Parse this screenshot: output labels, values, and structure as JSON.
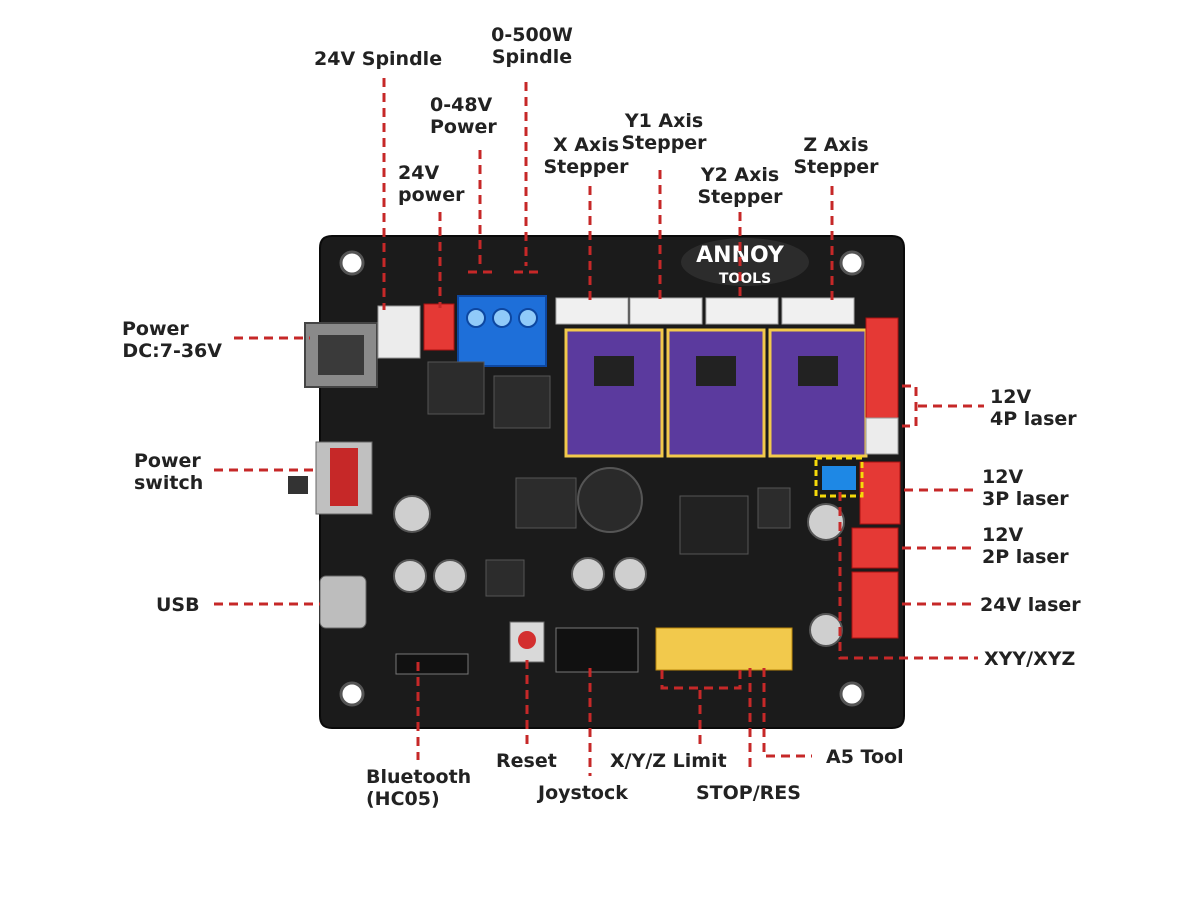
{
  "diagram": {
    "brand": {
      "line1": "ANNOY",
      "line2": "TOOLS"
    },
    "colors": {
      "board": "#1b1b1b",
      "leader": "#c62828",
      "label_text": "#222222",
      "driver_purple": "#5b3a9e",
      "terminal_blue": "#1e6fd9",
      "connector_red": "#e53935",
      "header_yellow": "#f2c94c",
      "jumper_blue": "#1e88e5",
      "highlight_box": "#f5d90a"
    },
    "labels": {
      "spindle_24v": {
        "line1": "24V Spindle"
      },
      "spindle_500w": {
        "line1": "0-500W",
        "line2": "Spindle"
      },
      "power_48v": {
        "line1": "0-48V",
        "line2": "Power"
      },
      "power_24v": {
        "line1": "24V",
        "line2": "power"
      },
      "x_axis": {
        "line1": "X Axis",
        "line2": "Stepper"
      },
      "y1_axis": {
        "line1": "Y1 Axis",
        "line2": "Stepper"
      },
      "y2_axis": {
        "line1": "Y2 Axis",
        "line2": "Stepper"
      },
      "z_axis": {
        "line1": "Z Axis",
        "line2": "Stepper"
      },
      "power_dc": {
        "line1": "Power",
        "line2": "DC:7-36V"
      },
      "power_switch": {
        "line1": "Power",
        "line2": "switch"
      },
      "usb": {
        "line1": "USB"
      },
      "laser_4p": {
        "line1": "12V",
        "line2": "4P laser"
      },
      "laser_3p": {
        "line1": "12V",
        "line2": "3P laser"
      },
      "laser_2p": {
        "line1": "12V",
        "line2": "2P laser"
      },
      "laser_24v": {
        "line1": "24V laser"
      },
      "xyy_xyz": {
        "line1": "XYY/XYZ"
      },
      "bluetooth": {
        "line1": "Bluetooth",
        "line2": "(HC05)"
      },
      "reset": {
        "line1": "Reset"
      },
      "joystock": {
        "line1": "Joystock"
      },
      "xyz_limit": {
        "line1": "X/Y/Z Limit"
      },
      "stop_res": {
        "line1": "STOP/RES"
      },
      "a5_tool": {
        "line1": "A5 Tool"
      }
    }
  }
}
